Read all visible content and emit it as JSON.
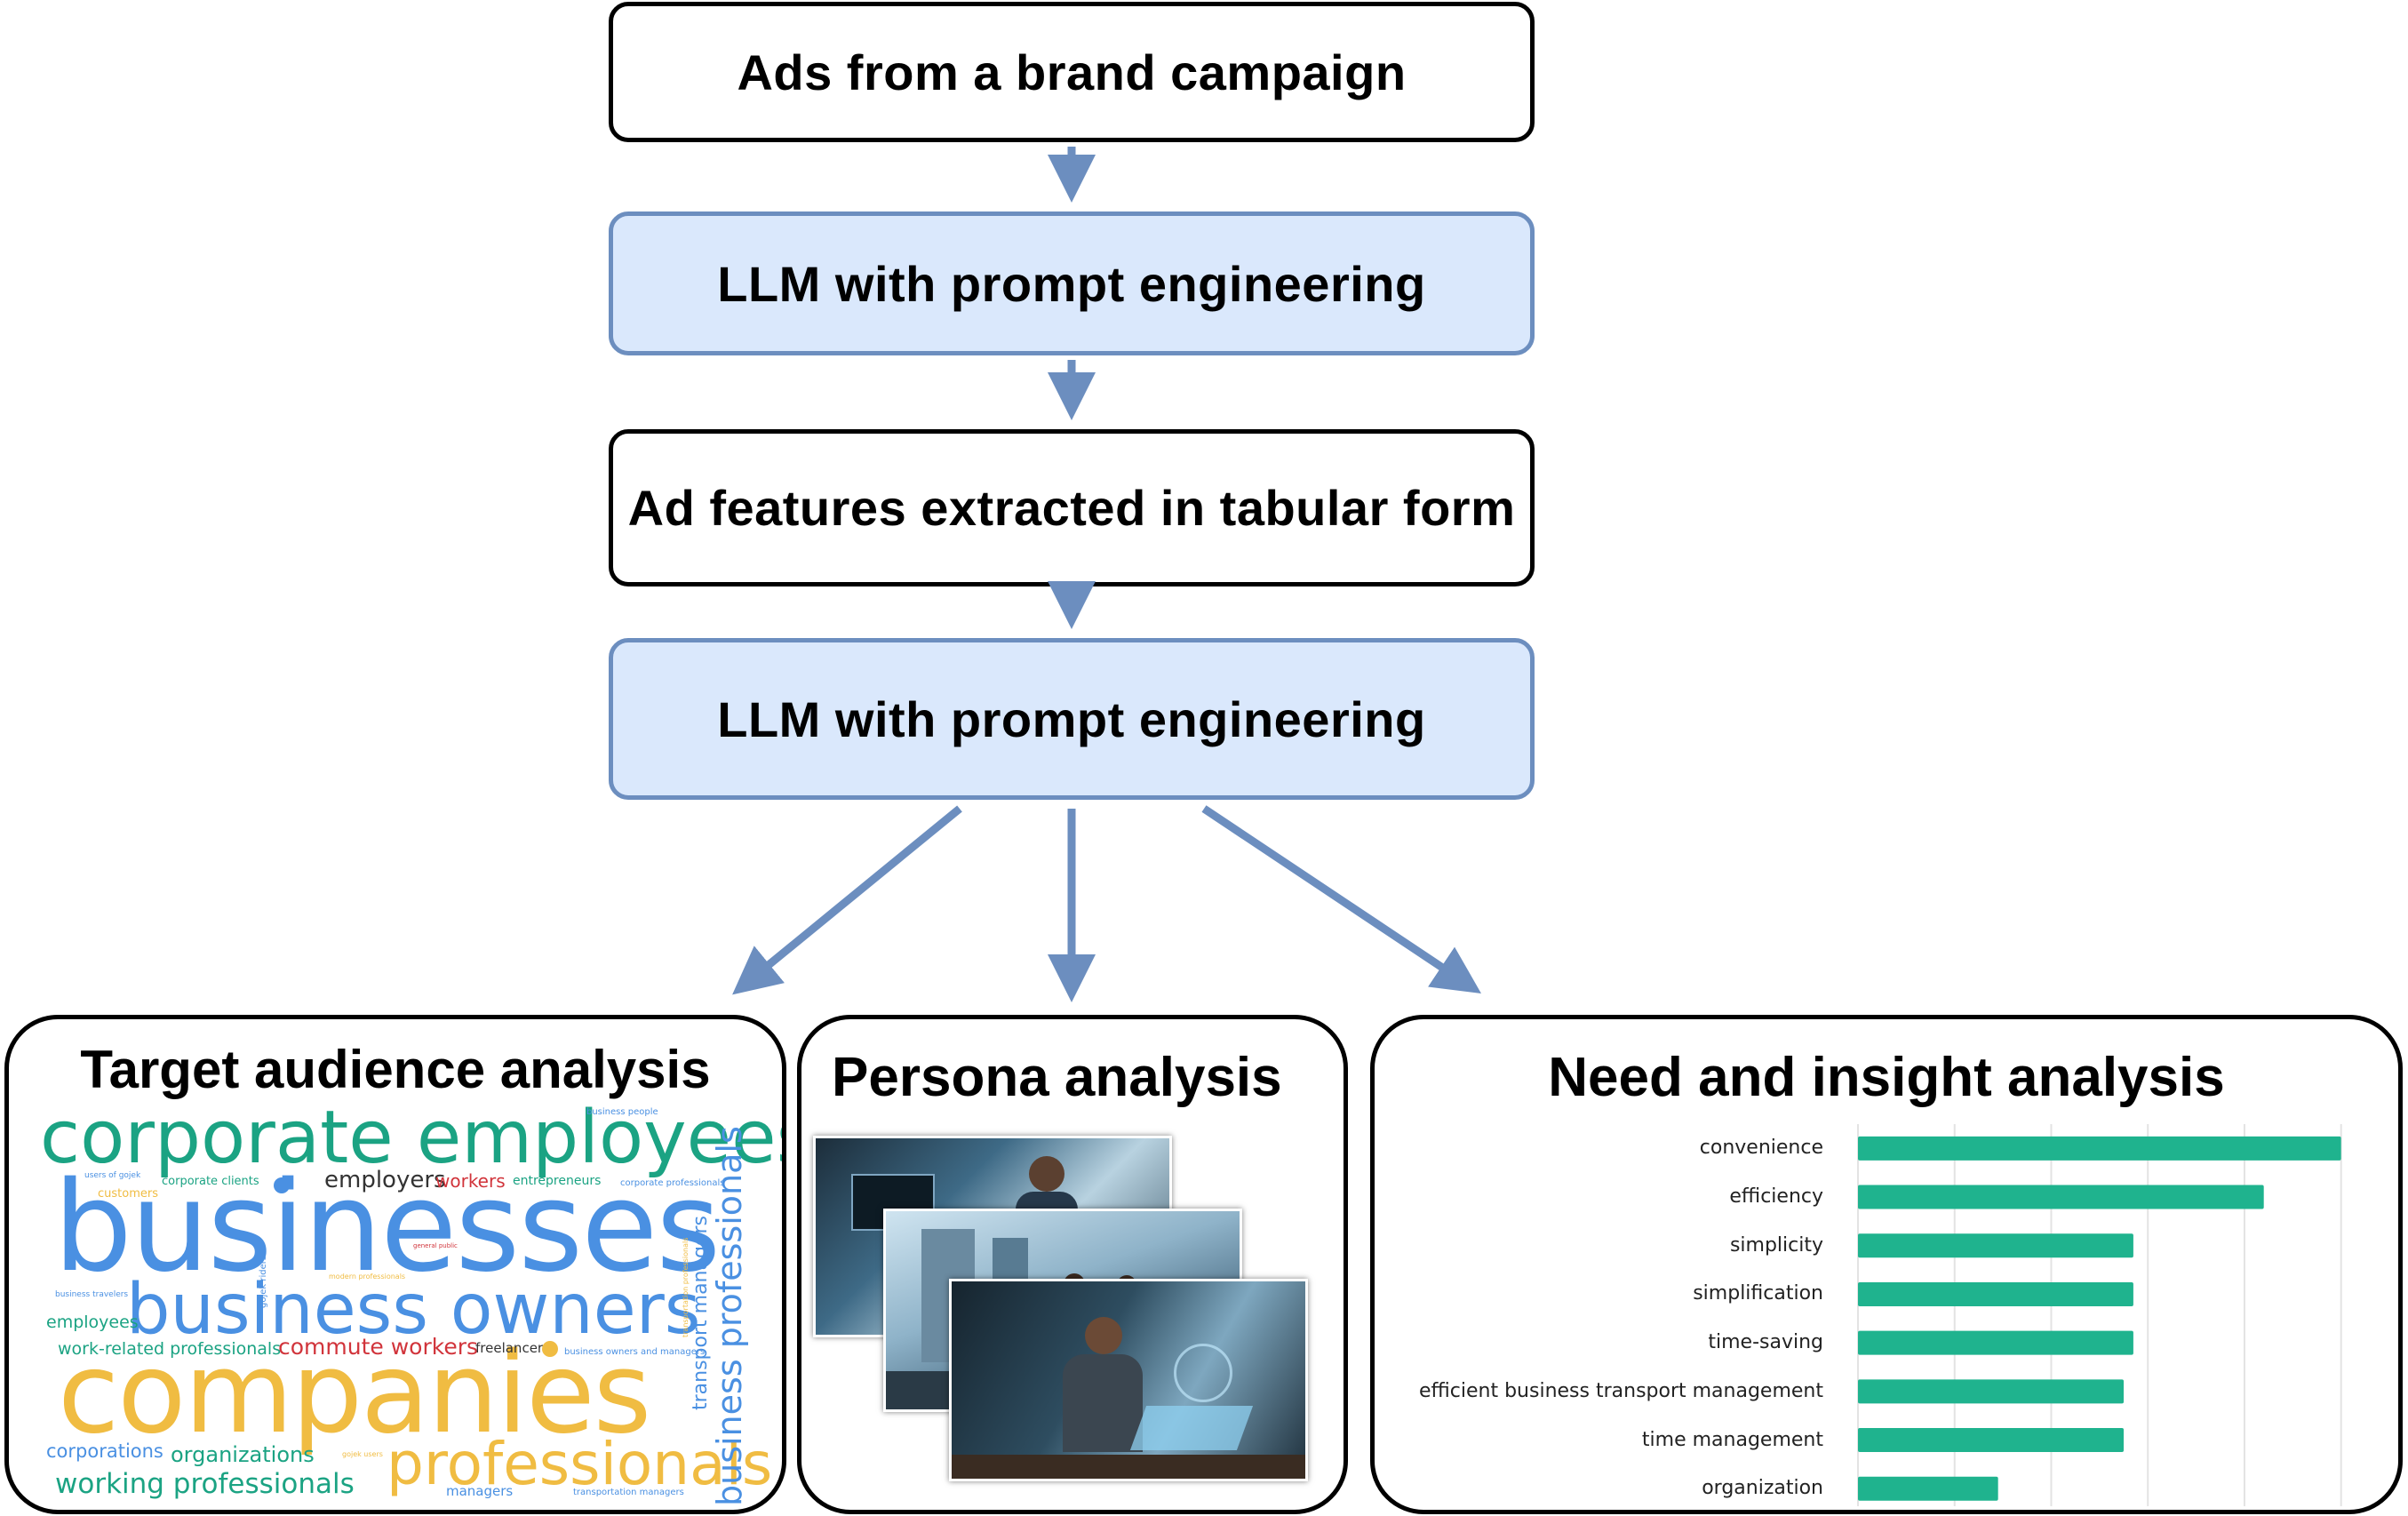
{
  "flow": {
    "step1": "Ads from a brand campaign",
    "step2": "LLM with prompt engineering",
    "step3": "Ad features extracted in tabular form",
    "step4": "LLM with prompt engineering"
  },
  "panels": {
    "target_title": "Target audience analysis",
    "persona_title": "Persona analysis",
    "need_title": "Need and insight analysis"
  },
  "wordcloud": {
    "w1": "corporate employees",
    "w2": "businesses",
    "w3": "business owners",
    "w4": "companies",
    "w5": "professionals",
    "w6": "business professionals",
    "w7": "employers",
    "w8": "workers",
    "w9": "entrepreneurs",
    "w10": "corporate clients",
    "w11": "customers",
    "w12": "users of gojek",
    "w13": "corporate professionals",
    "w14": "business people",
    "w15": "employees",
    "w16": "work-related professionals",
    "w17": "commute workers",
    "w18": "freelancers",
    "w19": "business owners and managers",
    "w20": "corporations",
    "w21": "organizations",
    "w22": "working professionals",
    "w23": "managers",
    "w24": "transportation managers",
    "w25": "transport managers",
    "w26": "business travelers",
    "w27": "gojek users",
    "w28": "modern professionals",
    "w29": "general public",
    "w30": "transportation professionals",
    "w31": "gojek riders"
  },
  "colors": {
    "teal": "#1ba383",
    "blue": "#4a90e2",
    "gold": "#f0bc42",
    "red": "#d1343b",
    "bar": "#1fb38e",
    "box_blue_fill": "#dae8fc",
    "box_blue_border": "#6c8ebf",
    "arrow": "#6c8ebf"
  },
  "chart_data": {
    "type": "bar",
    "orientation": "horizontal",
    "categories": [
      "convenience",
      "efficiency",
      "simplicity",
      "simplification",
      "time-saving",
      "efficient business transport management",
      "time management",
      "organization"
    ],
    "values": [
      10,
      8.4,
      5.7,
      5.7,
      5.7,
      5.5,
      5.5,
      2.9
    ],
    "xlim": [
      0,
      10.3
    ],
    "grid": true
  }
}
